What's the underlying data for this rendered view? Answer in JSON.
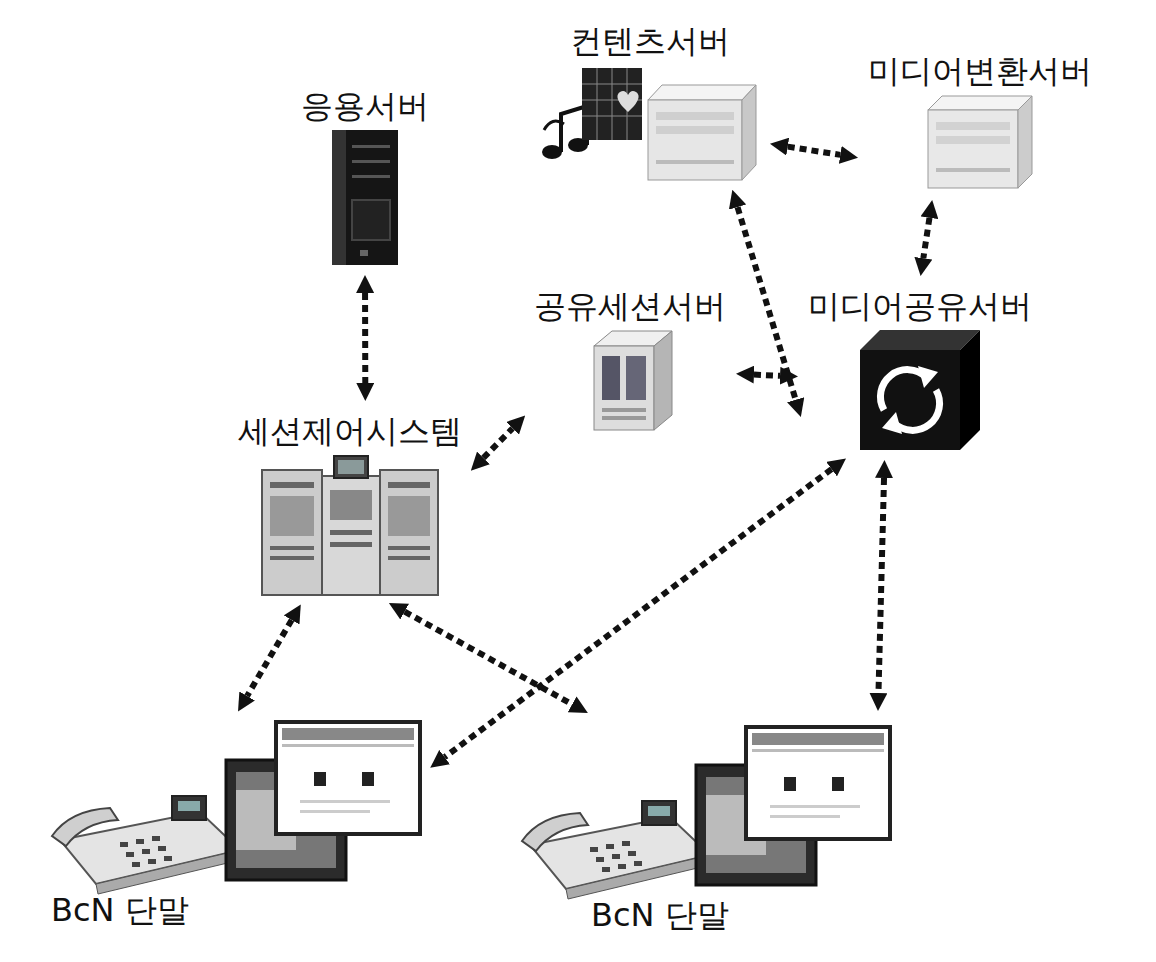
{
  "diagram": {
    "nodes": [
      {
        "text": [
          "컨텐츠서버"
        ]
      },
      {
        "text": [
          "미디어변환서버"
        ]
      },
      {
        "text": [
          "응용서버"
        ]
      },
      {
        "text": [
          "공유세션서버"
        ]
      },
      {
        "text": [
          "미디어공유서버"
        ]
      },
      {
        "text": [
          "세션제어시스템"
        ]
      },
      {
        "text": [
          "BcN 단말"
        ]
      },
      {
        "text": [
          "BcN 단말"
        ]
      }
    ],
    "edges": [
      {
        "from": 2,
        "to": 5,
        "arrow": "both"
      },
      {
        "from": 0,
        "to": 1,
        "arrow": "both"
      },
      {
        "from": 0,
        "to": 4,
        "arrow": "both"
      },
      {
        "from": 1,
        "to": 4,
        "arrow": "both"
      },
      {
        "from": 3,
        "to": 4,
        "arrow": "both"
      },
      {
        "from": 5,
        "to": 3,
        "arrow": "both"
      },
      {
        "from": 5,
        "to": 6,
        "arrow": "both"
      },
      {
        "from": 5,
        "to": 7,
        "arrow": "both"
      },
      {
        "from": 4,
        "to": 6,
        "arrow": "both"
      },
      {
        "from": 4,
        "to": 7,
        "arrow": "both"
      }
    ]
  }
}
